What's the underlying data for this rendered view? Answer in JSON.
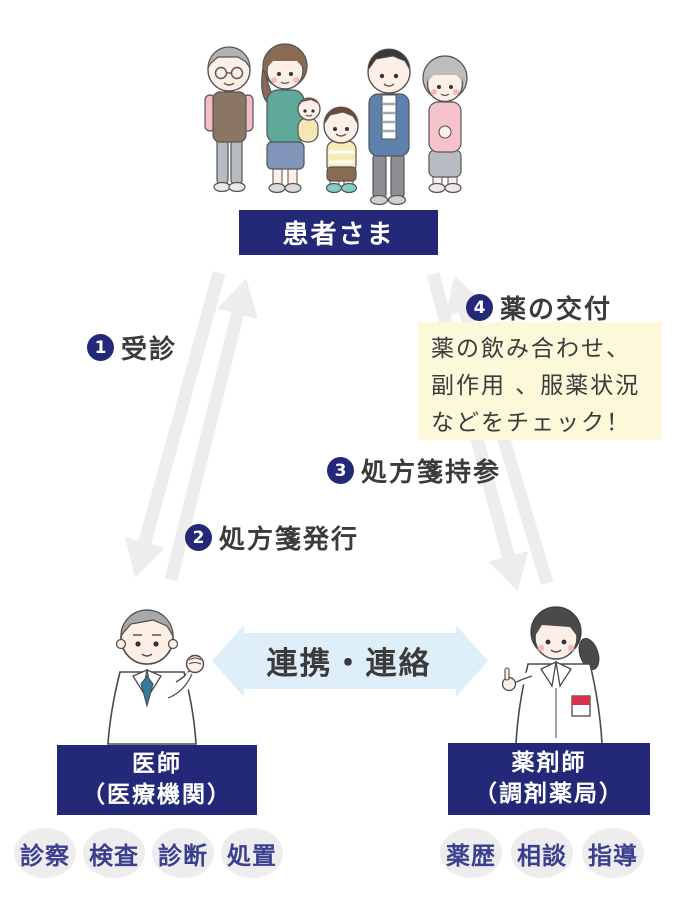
{
  "colors": {
    "navy": "#232878",
    "note_yellow": "#fcf8da",
    "arrow_gray": "#ededed",
    "link_arrow_blue": "#dfeffa",
    "badge_bg": "#ededed",
    "badge_text": "#3b3f8f",
    "text_dark": "#3b3b3b"
  },
  "patient": {
    "label": "患者さま"
  },
  "steps": [
    {
      "num": "1",
      "label": "受診"
    },
    {
      "num": "2",
      "label": "処方箋発行"
    },
    {
      "num": "3",
      "label": "処方箋持参"
    },
    {
      "num": "4",
      "label": "薬の交付"
    }
  ],
  "note": {
    "lines": [
      "薬の飲み合わせ、",
      "副作用 、服薬状況",
      "などをチェック！"
    ]
  },
  "link_arrow": {
    "label": "連携・連絡"
  },
  "doctor": {
    "label_line1": "医師",
    "label_line2": "（医療機関）",
    "badges": [
      "診察",
      "検査",
      "診断",
      "処置"
    ]
  },
  "pharmacist": {
    "label_line1": "薬剤師",
    "label_line2": "（調剤薬局）",
    "badges": [
      "薬歴",
      "相談",
      "指導"
    ]
  }
}
